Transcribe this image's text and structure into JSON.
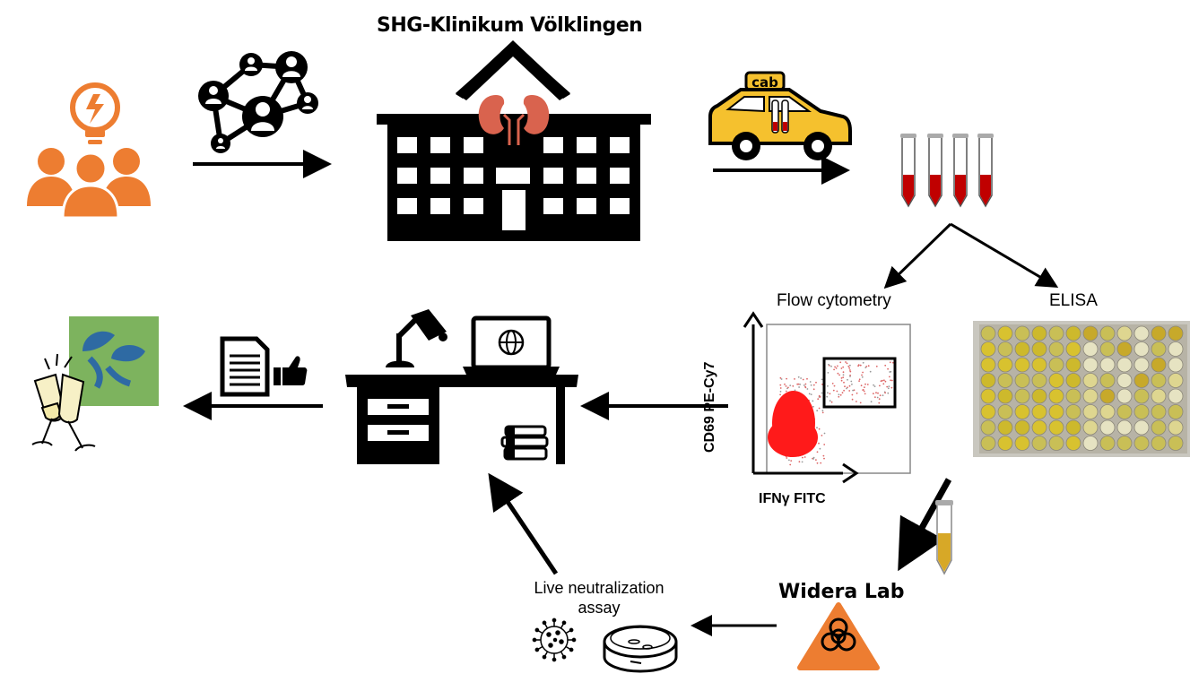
{
  "diagram": {
    "title": "SHG-Klinikum Völklingen",
    "labels": {
      "flow_cytometry": "Flow cytometry",
      "elisa": "ELISA",
      "widera_lab": "Widera Lab",
      "live_neutralization": "Live neutralization assay"
    },
    "taxi_sign": "cab",
    "plot": {
      "y_axis_label": "CD69 PE-Cy7",
      "x_axis_label": "IFNγ FITC"
    },
    "icons": [
      "people-idea-icon",
      "network-icon",
      "hospital-icon",
      "kidney-icon",
      "taxi-icon",
      "blood-tubes-icon",
      "elisa-plate-image",
      "serum-tube-icon",
      "biohazard-icon",
      "virus-icon",
      "petri-dish-icon",
      "desk-icon",
      "laptop-icon",
      "lamp-icon",
      "books-icon",
      "document-icon",
      "thumbs-up-icon",
      "champagne-icon",
      "journal-logo-icon"
    ],
    "colors": {
      "orange": "#ed7d31",
      "taxi": "#f5c12e",
      "blood": "#c00000",
      "serum": "#d7a827",
      "elisa_yellow": "#d4c23a",
      "logo_green": "#7db35e",
      "logo_blue": "#2e6aa3"
    }
  }
}
